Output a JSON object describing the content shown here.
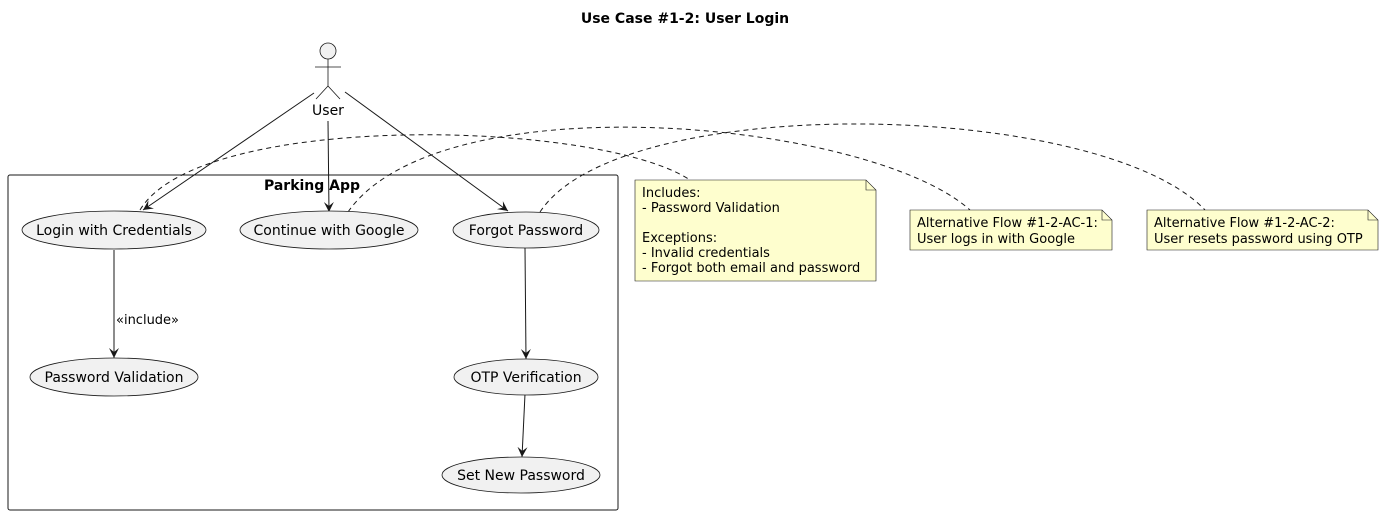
{
  "title": "Use Case #1-2: User Login",
  "actor": {
    "label": "User"
  },
  "system": {
    "label": "Parking App"
  },
  "use_cases": {
    "login": "Login with Credentials",
    "google": "Continue with Google",
    "forgot": "Forgot Password",
    "validation": "Password Validation",
    "otp": "OTP Verification",
    "setpw": "Set New Password"
  },
  "edges": {
    "include_label": "«include»"
  },
  "notes": {
    "includes": {
      "lines": [
        "Includes:",
        "- Password Validation",
        "",
        "Exceptions:",
        "- Invalid credentials",
        "- Forgot both email and password"
      ]
    },
    "alt1": {
      "lines": [
        "Alternative Flow #1-2-AC-1:",
        "User logs in with Google"
      ]
    },
    "alt2": {
      "lines": [
        "Alternative Flow #1-2-AC-2:",
        "User resets password using OTP"
      ]
    }
  },
  "colors": {
    "note_fill": "#fefece",
    "usecase_fill": "#f1f1f1",
    "stroke": "#181818"
  }
}
